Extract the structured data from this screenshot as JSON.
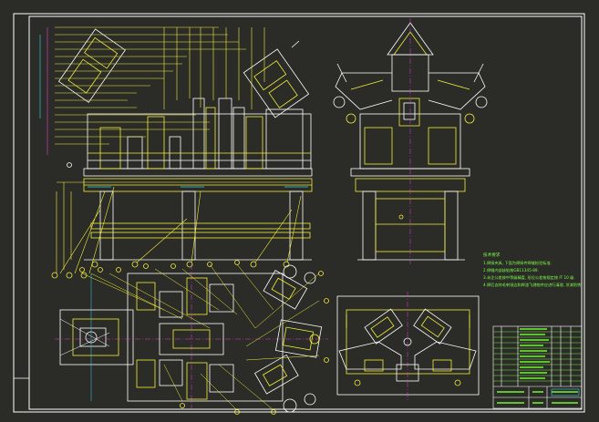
{
  "drawing": {
    "tech_requirements": {
      "title": "技术要求",
      "items": [
        "1.焊接夹具, 下面为焊接件焊缝检验标准.",
        "2.焊缝内部缺陷按GB11345-89.",
        "3.未注公差按中等级精度, 形位公差按规定按 IT 10 级.",
        "4.焊后去除毛刺锐边和焊渣飞溅物并应进行清理, 涂漆防锈."
      ]
    },
    "colors": {
      "background": "#2b2b27",
      "frame": "#ffffff",
      "yellow": "#f2ef3a",
      "green": "#74f23d",
      "cyan": "#39d6f4",
      "magenta": "#e33fd7",
      "red": "#ff3b3b"
    }
  }
}
